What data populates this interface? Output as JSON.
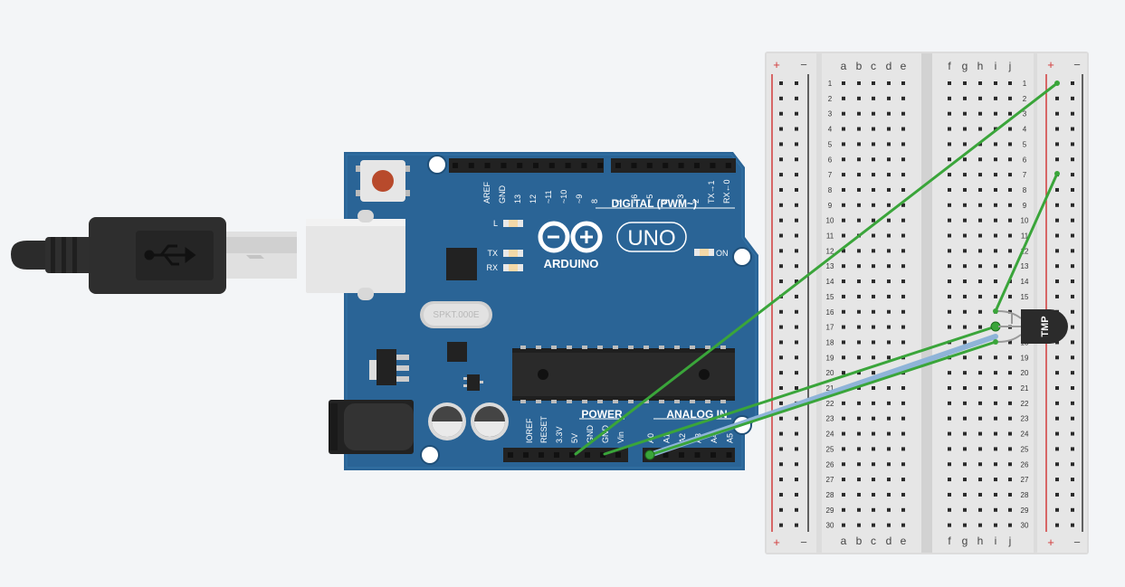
{
  "canvas": {
    "background": "#f3f5f7"
  },
  "arduino": {
    "brand": "ARDUINO",
    "model": "UNO",
    "digital_label": "DIGITAL (PWM~)",
    "power_label": "POWER",
    "analog_label": "ANALOG IN",
    "on_label": "ON",
    "led_labels": [
      "L",
      "TX",
      "RX"
    ],
    "crystal_label": "SPKT.000E",
    "digital_pins": [
      "AREF",
      "GND",
      "13",
      "12",
      "~11",
      "~10",
      "~9",
      "8",
      "7",
      "~6",
      "~5",
      "4",
      "~3",
      "2",
      "TX→1",
      "RX←0"
    ],
    "power_pins": [
      "IOREF",
      "RESET",
      "3.3V",
      "5V",
      "GND",
      "GND",
      "Vin"
    ],
    "analog_pins": [
      "A0",
      "A1",
      "A2",
      "A3",
      "A4",
      "A5"
    ],
    "board_color": "#2a6496"
  },
  "breadboard": {
    "columns_left": [
      "a",
      "b",
      "c",
      "d",
      "e"
    ],
    "columns_right": [
      "f",
      "g",
      "h",
      "i",
      "j"
    ],
    "rows": 30,
    "rail_plus": "+",
    "rail_minus": "−"
  },
  "sensor": {
    "label": "TMP"
  },
  "colors": {
    "wire": "#3aa53a",
    "signal_wire": "#8fb4d8",
    "rail_red": "#d23b3b",
    "rail_blue": "#333333"
  }
}
